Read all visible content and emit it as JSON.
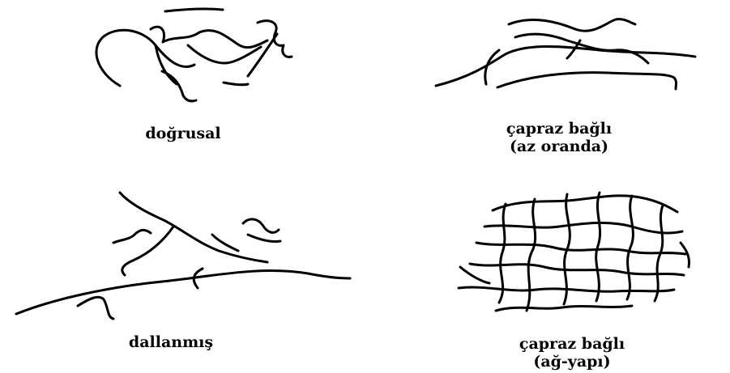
{
  "diagram": {
    "panels": [
      {
        "id": "linear",
        "label": "doğrusal"
      },
      {
        "id": "light",
        "label": "çapraz bağlı",
        "sublabel": "(az oranda)"
      },
      {
        "id": "branched",
        "label": "dallanmış"
      },
      {
        "id": "network",
        "label": "çapraz bağlı",
        "sublabel": "(ağ-yapı)"
      }
    ],
    "colors": {
      "stroke": "#000000",
      "background": "#ffffff"
    }
  }
}
